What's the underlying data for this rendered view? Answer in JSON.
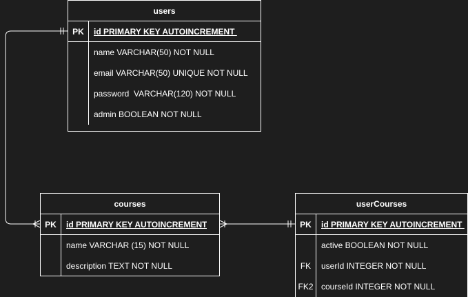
{
  "colors": {
    "background": "#1e1e1e",
    "line": "#ffffff",
    "text": "#ffffff"
  },
  "users": {
    "title": "users",
    "pk_key": "PK",
    "pk_field": "id PRIMARY KEY AUTOINCREMENT ",
    "fields": [
      {
        "key": "",
        "text": "name VARCHAR(50) NOT NULL"
      },
      {
        "key": "",
        "text": "email VARCHAR(50) UNIQUE NOT NULL"
      },
      {
        "key": "",
        "text": "password  VARCHAR(120) NOT NULL"
      },
      {
        "key": "",
        "text": "admin BOOLEAN NOT NULL"
      }
    ]
  },
  "courses": {
    "title": "courses",
    "pk_key": "PK",
    "pk_field": "id PRIMARY KEY AUTOINCREMENT",
    "fields": [
      {
        "key": "",
        "text": "name VARCHAR (15) NOT NULL"
      },
      {
        "key": "",
        "text": "description TEXT NOT NULL"
      }
    ]
  },
  "userCourses": {
    "title": "userCourses",
    "pk_key": "PK",
    "pk_field": "id PRIMARY KEY AUTOINCREMENT ",
    "fields": [
      {
        "key": "",
        "text": "active BOOLEAN NOT NULL"
      },
      {
        "key": "FK",
        "text": "userId INTEGER NOT NULL"
      },
      {
        "key": "FK2",
        "text": "courseId INTEGER NOT NULL"
      }
    ]
  }
}
